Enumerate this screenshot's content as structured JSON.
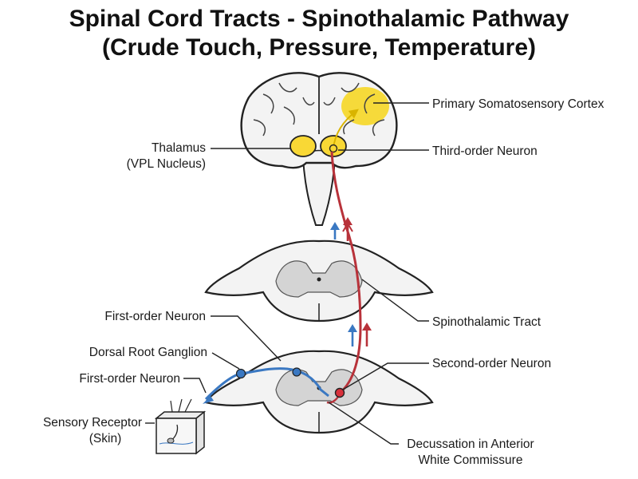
{
  "title": {
    "line1": "Spinal Cord Tracts - Spinothalamic Pathway",
    "line2": "(Crude Touch, Pressure, Temperature)"
  },
  "labels": {
    "primary_cortex": "Primary Somatosensory Cortex",
    "thalamus": "Thalamus",
    "thalamus_sub": "(VPL Nucleus)",
    "third_order": "Third-order Neuron",
    "first_order_upper": "First-order Neuron",
    "spinothalamic_tract": "Spinothalamic Tract",
    "dorsal_root_ganglion": "Dorsal Root Ganglion",
    "second_order": "Second-order Neuron",
    "first_order_lower": "First-order Neuron",
    "sensory_receptor": "Sensory Receptor",
    "sensory_receptor_sub": "(Skin)",
    "decussation_line1": "Decussation in Anterior",
    "decussation_line2": "White Commissure"
  },
  "colors": {
    "cortex_highlight": "#f6da3a",
    "thalamus_fill": "#f9d835",
    "ascending_tract": "#b8323a",
    "first_order_path": "#3a78c2",
    "gray_matter": "#d4d4d4",
    "tissue": "#f3f3f3",
    "outline": "#222222"
  },
  "icons": {
    "receptor": "skin-block-icon",
    "ascend_blue": "arrow-up-blue-icon",
    "ascend_red": "arrow-up-red-icon"
  }
}
